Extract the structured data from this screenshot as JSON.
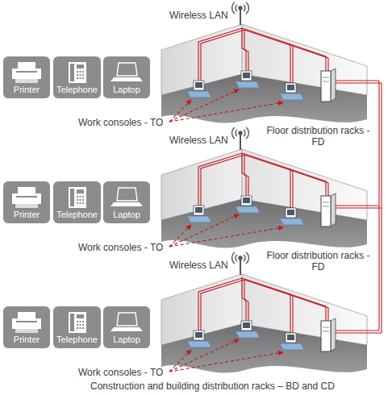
{
  "diagram": {
    "nodes": [
      {
        "text": [
          "Printer"
        ]
      },
      {
        "text": [
          "Telephone"
        ]
      },
      {
        "text": [
          "Laptop"
        ]
      },
      {
        "text": [
          "Printer"
        ]
      },
      {
        "text": [
          "Telephone"
        ]
      },
      {
        "text": [
          "Laptop"
        ]
      },
      {
        "text": [
          "Printer"
        ]
      },
      {
        "text": [
          "Telephone"
        ]
      },
      {
        "text": [
          "Laptop"
        ]
      }
    ],
    "labels": [
      "Wireless LAN",
      "Work consoles - TO",
      "Floor distribution racks - FD",
      "Wireless LAN",
      "Work consoles - TO",
      "Floor distribution racks - FD",
      "Wireless LAN",
      "Work consoles - TO",
      "Construction and building distribution racks – BD and CD"
    ]
  }
}
